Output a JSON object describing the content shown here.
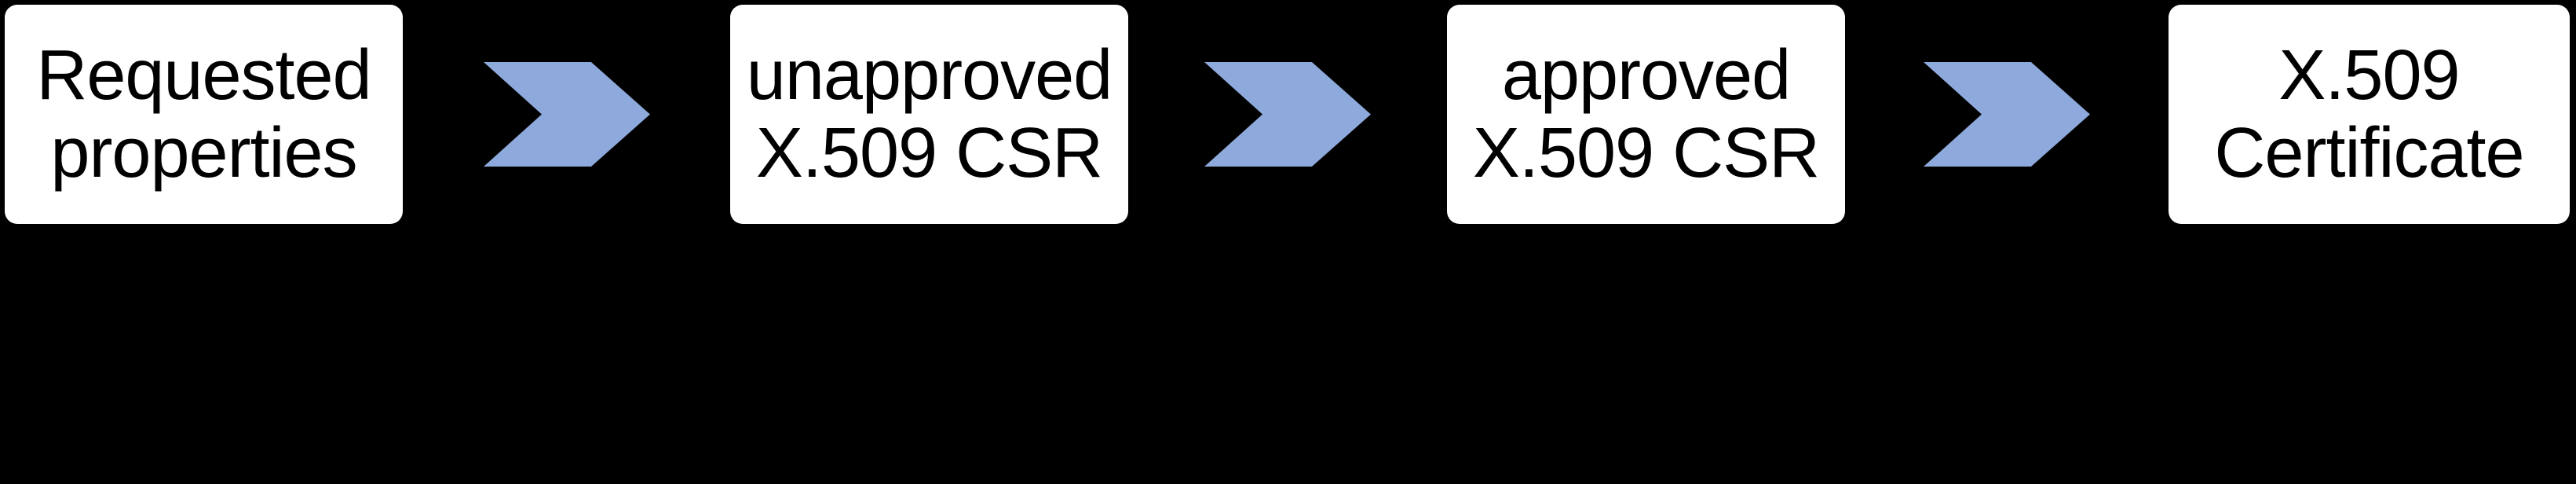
{
  "diagram": {
    "colors": {
      "background": "#000000",
      "node_fill": "#ffffff",
      "node_text": "#000000",
      "arrow_fill": "#8EA9DB"
    },
    "nodes": [
      {
        "lines": [
          "Requested",
          "properties"
        ]
      },
      {
        "lines": [
          "unapproved",
          "X.509 CSR"
        ]
      },
      {
        "lines": [
          "approved",
          "X.509 CSR"
        ]
      },
      {
        "lines": [
          "X.509",
          "Certificate"
        ]
      }
    ]
  }
}
